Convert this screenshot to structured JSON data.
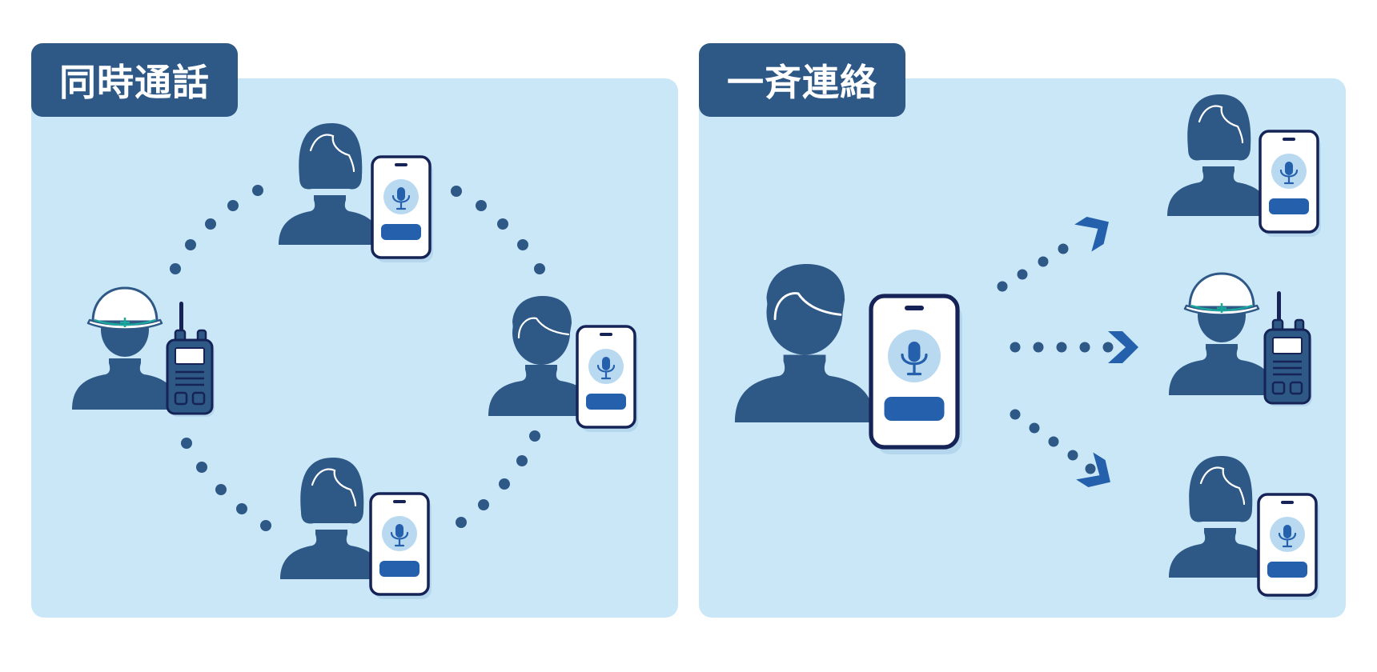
{
  "tabs": {
    "left_title": "同時通話",
    "right_title": "一斉連絡"
  },
  "colors": {
    "panel_bg": "#c9e7f7",
    "header_bg": "#2e5886",
    "silhouette": "#2e5886",
    "accent_blue": "#2560ad",
    "device_outline": "#152357",
    "helmet_stripe": "#1aa79c"
  },
  "icons": [
    "person-silhouette",
    "smartphone-icon",
    "microphone-icon",
    "walkie-talkie-icon",
    "hard-hat-icon",
    "chevron-arrow-icon"
  ]
}
